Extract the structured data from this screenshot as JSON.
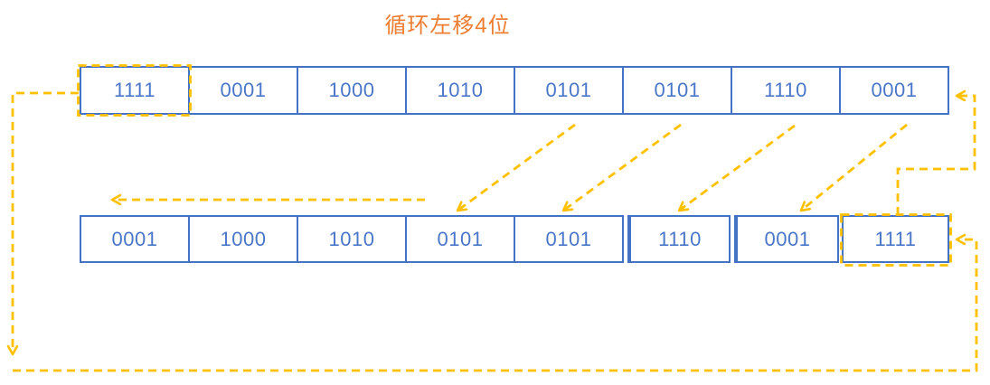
{
  "title": "循环左移4位",
  "colors": {
    "box_blue": "#4472C4",
    "digit_blue": "#4A77C8",
    "arrow_gold": "#FFC000",
    "title_orange": "#ED7D31"
  },
  "rows": {
    "top": {
      "cells": [
        "1111",
        "0001",
        "1000",
        "1010",
        "0101",
        "0101",
        "1110",
        "0001"
      ],
      "highlighted_index": 0,
      "highlighted_value": "1111"
    },
    "bottom": {
      "cells": [
        "0001",
        "1000",
        "1010",
        "0101",
        "0101",
        "1110",
        "0001",
        "1111"
      ],
      "highlighted_index": 7,
      "highlighted_value": "1111"
    }
  },
  "arrows": {
    "shift_direction": "left",
    "diagonal_move_arrows": 4,
    "wraparound_loop": "top-left cell to bottom-right cell"
  }
}
